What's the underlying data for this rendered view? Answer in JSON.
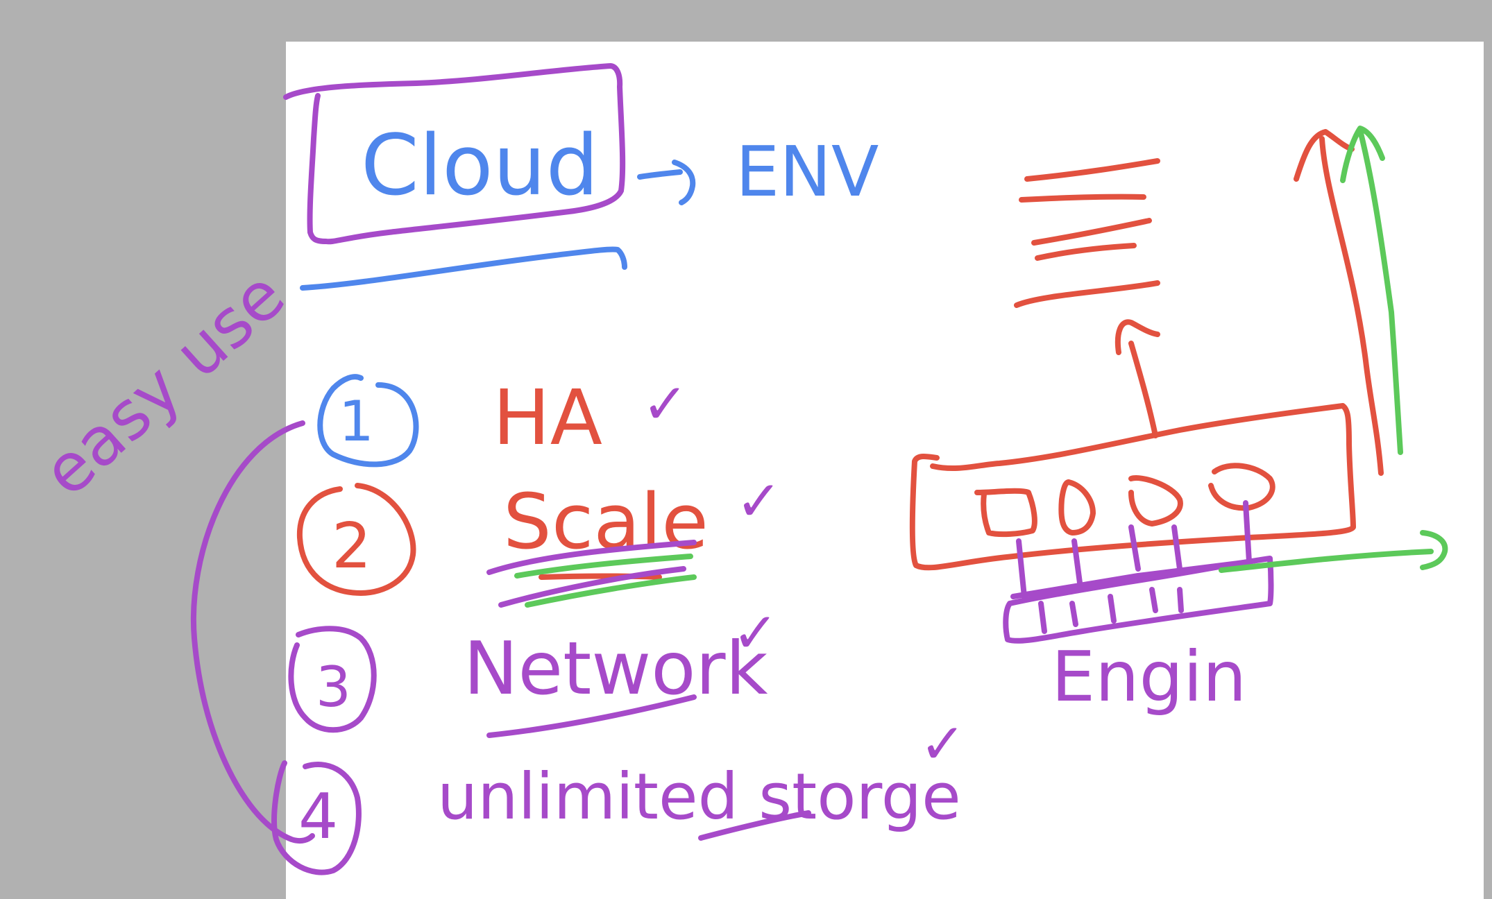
{
  "colors": {
    "purple": "#a64ac9",
    "blue": "#4f86ec",
    "red": "#e2513f",
    "green": "#5cc95a",
    "background": "#b1b1b1",
    "canvas": "#ffffff"
  },
  "labels": {
    "cloud": "Cloud",
    "env": "ENV",
    "easy_use": "easy use",
    "engine": "Engin"
  },
  "steps": [
    {
      "number": "1",
      "text": "HA",
      "check": "✓"
    },
    {
      "number": "2",
      "text": "Scale",
      "check": "✓"
    },
    {
      "number": "3",
      "text": "Network",
      "check": "✓"
    },
    {
      "number": "4",
      "text": "unlimited storge",
      "check": "✓"
    }
  ]
}
